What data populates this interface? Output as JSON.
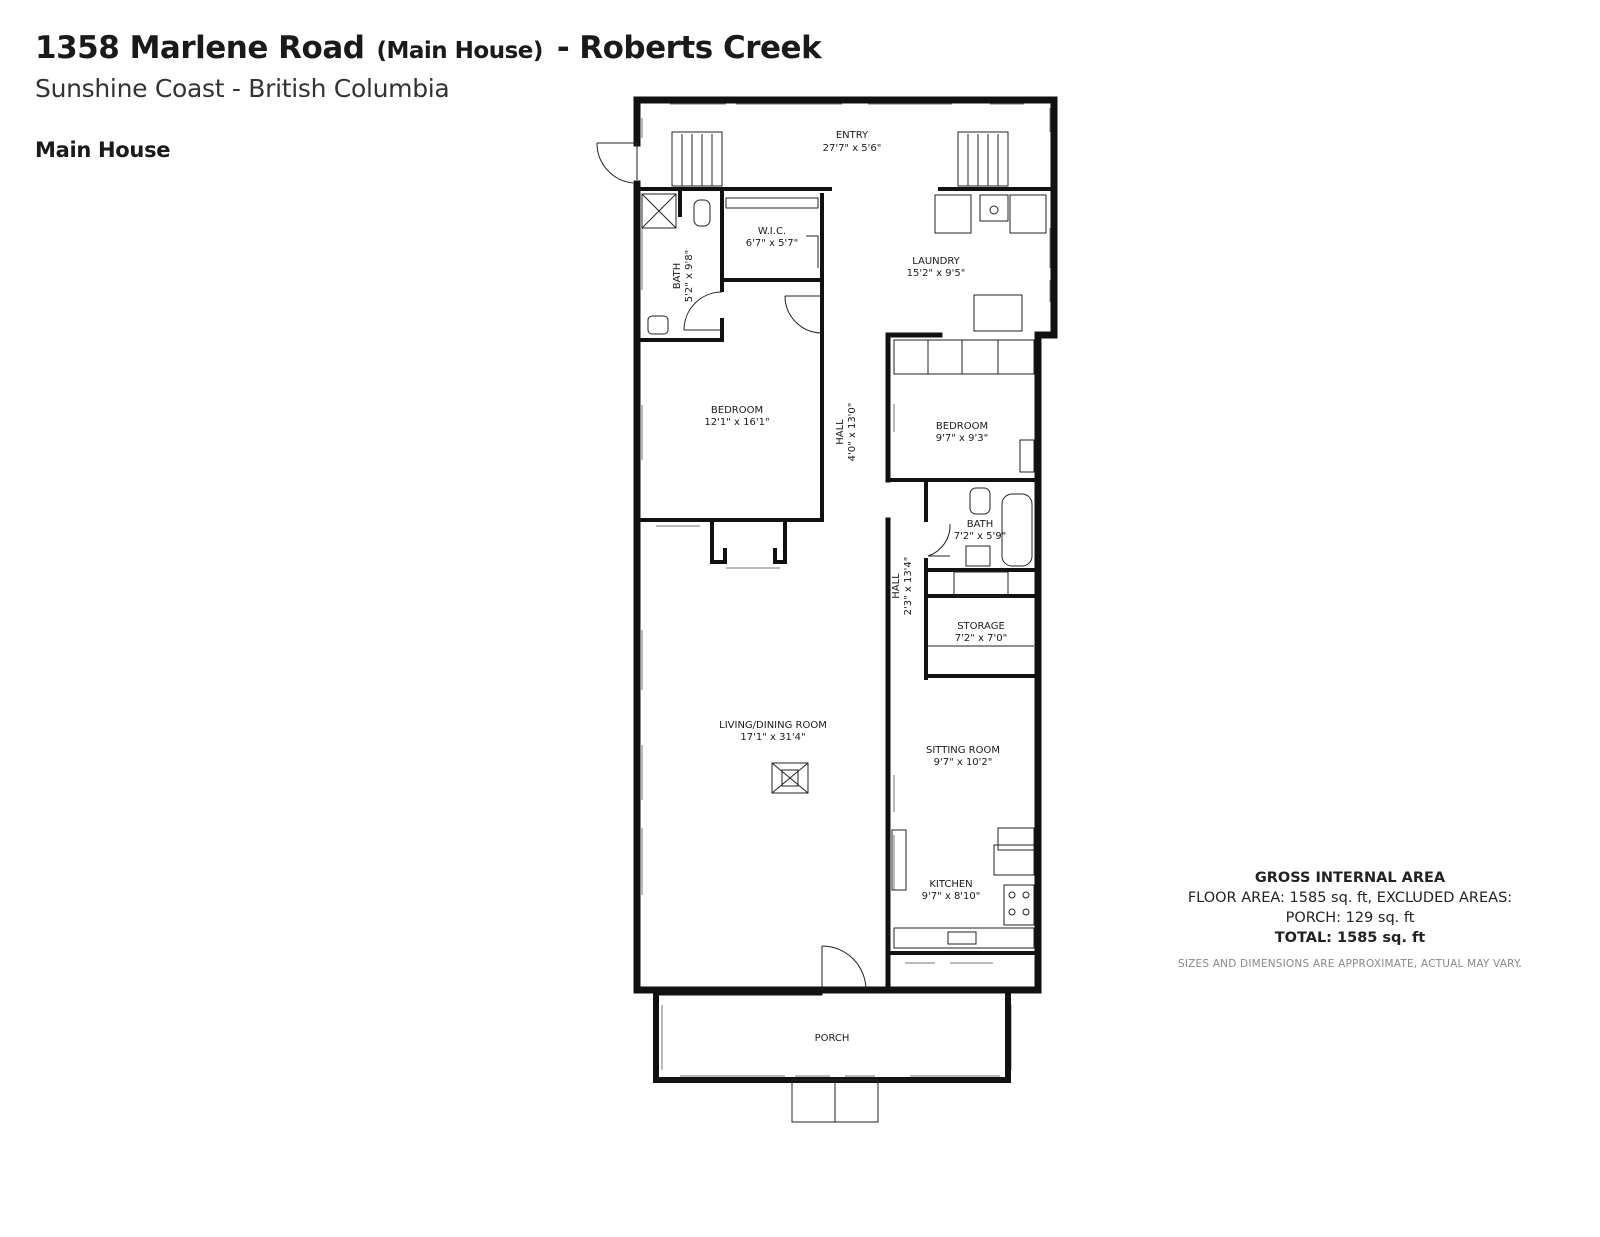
{
  "header": {
    "address": "1358 Marlene Road",
    "house_tag": "(Main House)",
    "separator": "-",
    "area_name": "Roberts Creek",
    "region": "Sunshine Coast - British Columbia",
    "section": "Main House"
  },
  "rooms": {
    "entry": {
      "name": "ENTRY",
      "dims": "27'7\" x 5'6\""
    },
    "wic": {
      "name": "W.I.C.",
      "dims": "6'7\" x 5'7\""
    },
    "bath1": {
      "name": "BATH",
      "dims": "5'2\" x 9'8\""
    },
    "laundry": {
      "name": "LAUNDRY",
      "dims": "15'2\" x 9'5\""
    },
    "bedroom1": {
      "name": "BEDROOM",
      "dims": "12'1\" x 16'1\""
    },
    "hall1": {
      "name": "HALL",
      "dims": "4'0\" x 13'0\""
    },
    "bedroom2": {
      "name": "BEDROOM",
      "dims": "9'7\" x 9'3\""
    },
    "bath2": {
      "name": "BATH",
      "dims": "7'2\" x 5'9\""
    },
    "hall2": {
      "name": "HALL",
      "dims": "2'3\" x 13'4\""
    },
    "storage": {
      "name": "STORAGE",
      "dims": "7'2\" x 7'0\""
    },
    "living": {
      "name": "LIVING/DINING ROOM",
      "dims": "17'1\" x 31'4\""
    },
    "sitting": {
      "name": "SITTING ROOM",
      "dims": "9'7\" x 10'2\""
    },
    "kitchen": {
      "name": "KITCHEN",
      "dims": "9'7\" x 8'10\""
    },
    "porch": {
      "name": "PORCH"
    }
  },
  "area_summary": {
    "heading": "GROSS INTERNAL AREA",
    "floor_line": "FLOOR AREA: 1585 sq. ft, EXCLUDED AREAS:",
    "porch_line": "PORCH: 129 sq. ft",
    "total_line": "TOTAL: 1585 sq. ft",
    "disclaimer": "SIZES AND DIMENSIONS ARE APPROXIMATE, ACTUAL MAY VARY."
  },
  "colors": {
    "wall": "#111111",
    "window": "#777777",
    "text": "#1a1a1a"
  }
}
